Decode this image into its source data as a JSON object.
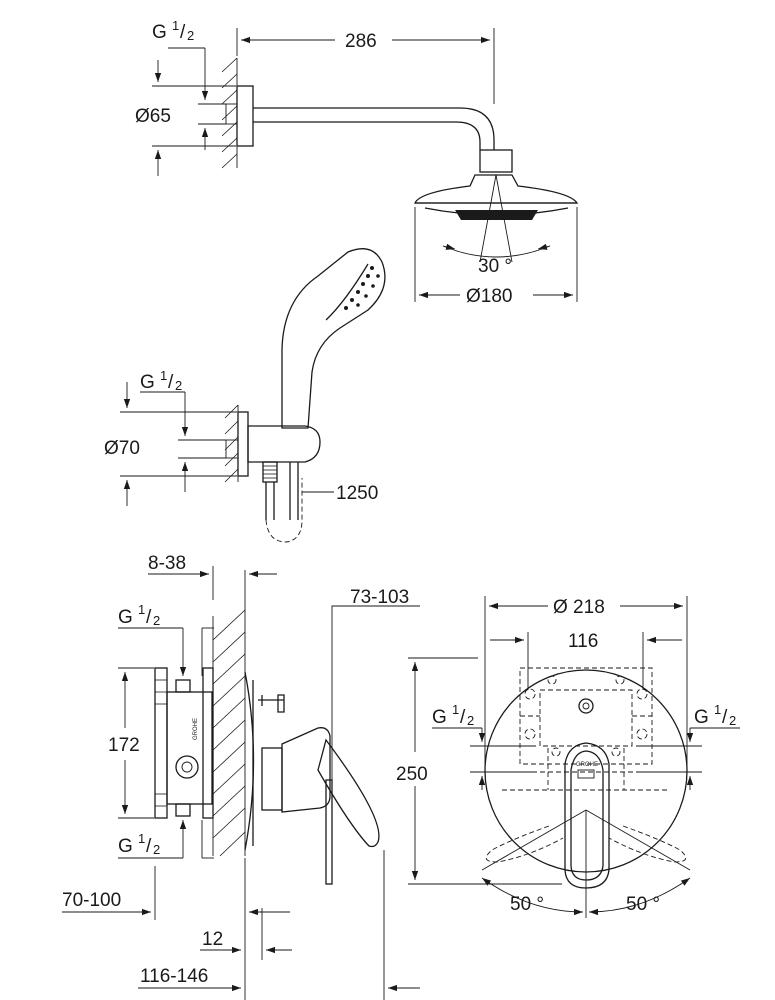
{
  "shower_arm": {
    "length": "286",
    "flange_diameter": "Ø65",
    "thread": {
      "base": "G",
      "num": "1",
      "den": "2"
    }
  },
  "head_shower": {
    "diameter": "Ø180",
    "tilt_angle": "30 °"
  },
  "hand_shower": {
    "flange_diameter": "Ø70",
    "hose_length": "1250",
    "thread": {
      "base": "G",
      "num": "1",
      "den": "2"
    }
  },
  "mixer_side": {
    "wall_range": "8-38",
    "lever_projection": "73-103",
    "body_height": "172",
    "thread_top": {
      "base": "G",
      "num": "1",
      "den": "2"
    },
    "thread_bottom": {
      "base": "G",
      "num": "1",
      "den": "2"
    },
    "install_depth": "70-100",
    "rosette_offset": "12",
    "total_depth": "116-146"
  },
  "mixer_front": {
    "rosette_diameter": "Ø 218",
    "connection_spacing": "116",
    "rosette_height": "250",
    "thread_left": {
      "base": "G",
      "num": "1",
      "den": "2"
    },
    "thread_right": {
      "base": "G",
      "num": "1",
      "den": "2"
    },
    "angle_left": "50 °",
    "angle_right": "50 °",
    "brand": "GROHE"
  }
}
